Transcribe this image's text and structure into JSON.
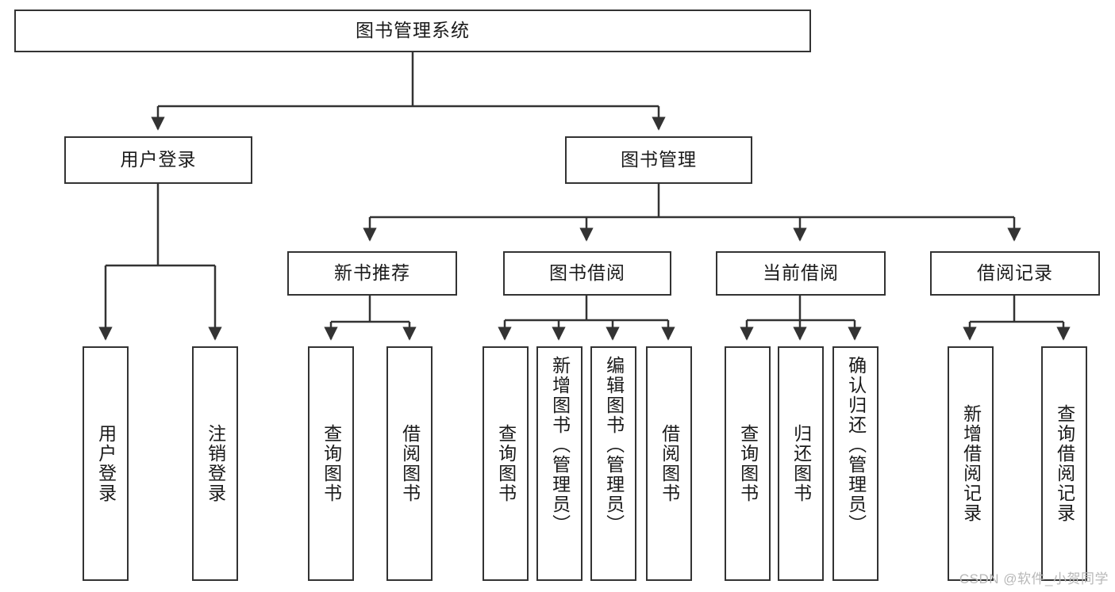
{
  "diagram": {
    "title": "图书管理系统",
    "type": "tree-hierarchy",
    "root": {
      "label": "图书管理系统"
    },
    "level2": [
      {
        "label": "用户登录"
      },
      {
        "label": "图书管理"
      }
    ],
    "level3": [
      {
        "label": "新书推荐"
      },
      {
        "label": "图书借阅"
      },
      {
        "label": "当前借阅"
      },
      {
        "label": "借阅记录"
      }
    ],
    "leaves": {
      "user_login": [
        {
          "label": "用户登录"
        },
        {
          "label": "注销登录"
        }
      ],
      "new_book_recommend": [
        {
          "label": "查询图书"
        },
        {
          "label": "借阅图书"
        }
      ],
      "book_borrow": [
        {
          "label": "查询图书"
        },
        {
          "label": "新增图书（管理员）"
        },
        {
          "label": "编辑图书（管理员）"
        },
        {
          "label": "借阅图书"
        }
      ],
      "current_borrow": [
        {
          "label": "查询图书"
        },
        {
          "label": "归还图书"
        },
        {
          "label": "确认归还（管理员）"
        }
      ],
      "borrow_record": [
        {
          "label": "新增借阅记录"
        },
        {
          "label": "查询借阅记录"
        }
      ]
    }
  },
  "watermark": {
    "text": "CSDN @软件_小贺同学"
  },
  "colors": {
    "border": "#333333",
    "text": "#1a1a1a",
    "background": "#ffffff",
    "watermark": "#b8b8b8"
  }
}
